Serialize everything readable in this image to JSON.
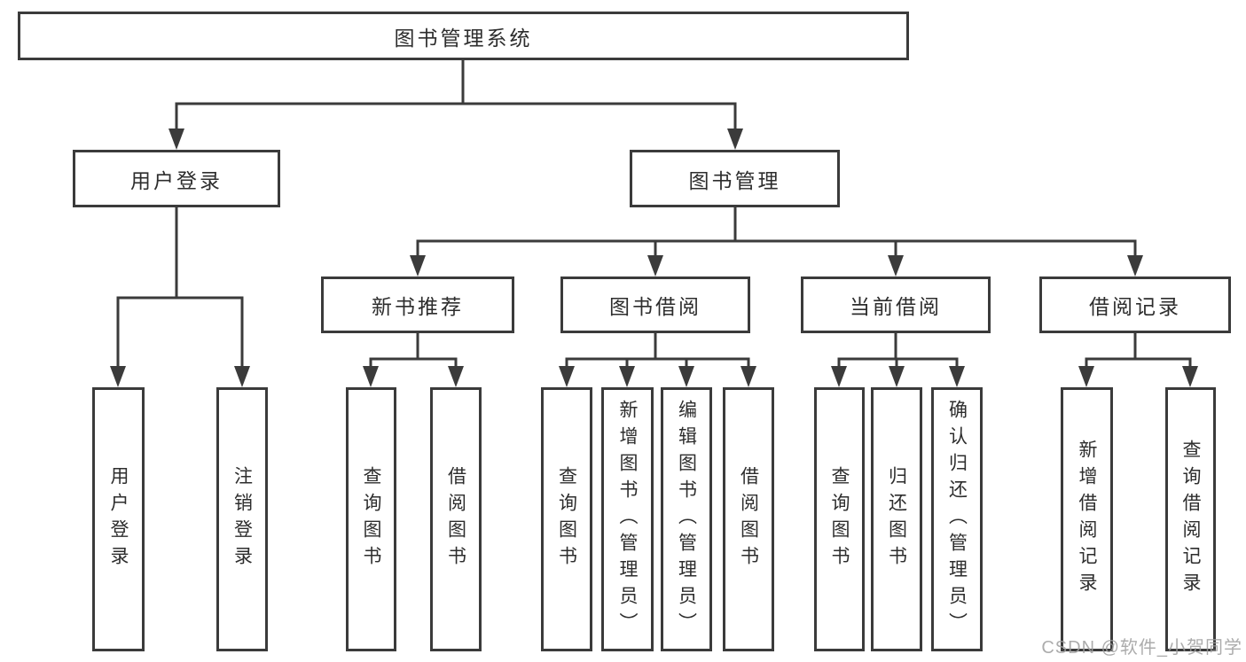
{
  "tree": {
    "label": "图书管理系统",
    "children": [
      {
        "label": "用户登录",
        "children": [
          {
            "label": "用户登录"
          },
          {
            "label": "注销登录"
          }
        ]
      },
      {
        "label": "图书管理",
        "children": [
          {
            "label": "新书推荐",
            "children": [
              {
                "label": "查询图书"
              },
              {
                "label": "借阅图书"
              }
            ]
          },
          {
            "label": "图书借阅",
            "children": [
              {
                "label": "查询图书"
              },
              {
                "label": "新增图书（管理员）"
              },
              {
                "label": "编辑图书（管理员）"
              },
              {
                "label": "借阅图书"
              }
            ]
          },
          {
            "label": "当前借阅",
            "children": [
              {
                "label": "查询图书"
              },
              {
                "label": "归还图书"
              },
              {
                "label": "确认归还（管理员）"
              }
            ]
          },
          {
            "label": "借阅记录",
            "children": [
              {
                "label": "新增借阅记录"
              },
              {
                "label": "查询借阅记录"
              }
            ]
          }
        ]
      }
    ]
  },
  "watermark": "CSDN @软件_小贺同学",
  "colors": {
    "line": "#3b3b3b",
    "text": "#2d2d2d",
    "watermark": "#9e9e9e",
    "background": "#ffffff"
  }
}
